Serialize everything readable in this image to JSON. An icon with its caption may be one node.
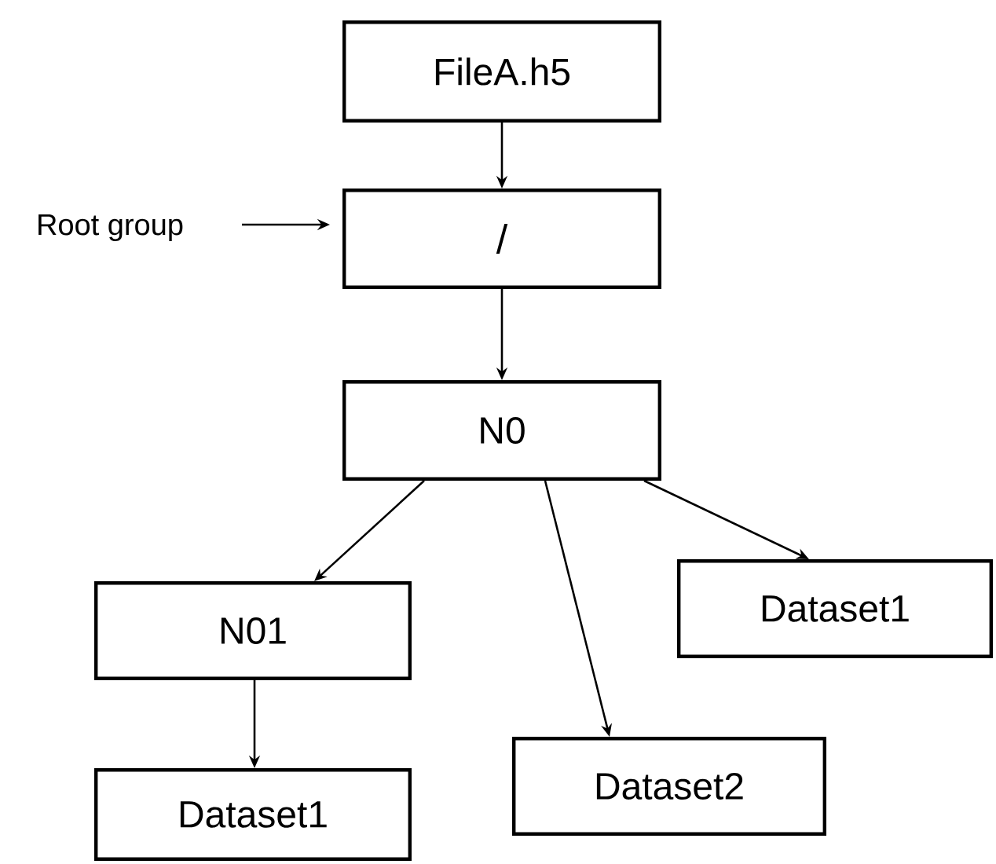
{
  "diagram": {
    "nodes": [
      {
        "text": [
          "FileA.h5"
        ]
      },
      {
        "text": [
          "Root group"
        ]
      },
      {
        "text": [
          "/"
        ]
      },
      {
        "text": [
          "N0"
        ]
      },
      {
        "text": [
          "Dataset1"
        ]
      },
      {
        "text": [
          "N01"
        ]
      },
      {
        "text": [
          "Dataset2"
        ]
      },
      {
        "text": [
          "Dataset1"
        ]
      }
    ],
    "edges": [
      {
        "from": 0,
        "to": 2,
        "arrow": "to"
      },
      {
        "from": 1,
        "to": 2,
        "arrow": "to"
      },
      {
        "from": 2,
        "to": 3,
        "arrow": "to"
      },
      {
        "from": 3,
        "to": 5,
        "arrow": "to"
      },
      {
        "from": 3,
        "to": 6,
        "arrow": "to"
      },
      {
        "from": 3,
        "to": 4,
        "arrow": "to"
      },
      {
        "from": 5,
        "to": 7,
        "arrow": "to"
      }
    ]
  }
}
